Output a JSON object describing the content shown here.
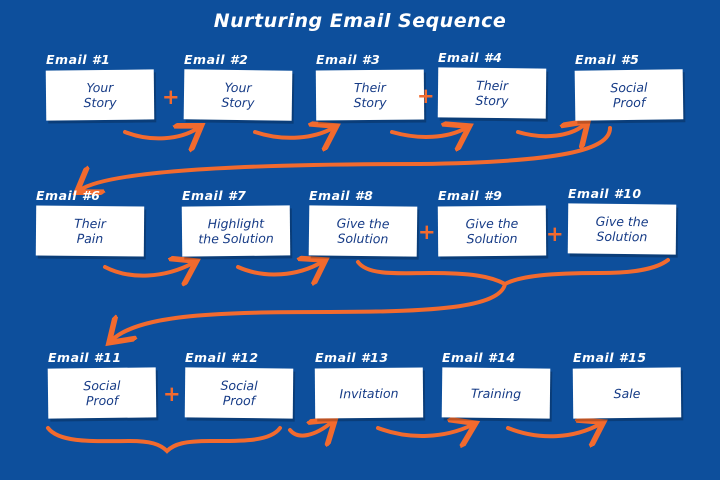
{
  "title": "Nurturing Email Sequence",
  "colors": {
    "background": "#0d4f9c",
    "card": "#ffffff",
    "card_text": "#163b86",
    "accent": "#f26a2e"
  },
  "emails": [
    {
      "label": "Email #1",
      "text": "Your\nStory"
    },
    {
      "label": "Email #2",
      "text": "Your\nStory"
    },
    {
      "label": "Email #3",
      "text": "Their\nStory"
    },
    {
      "label": "Email #4",
      "text": "Their\nStory"
    },
    {
      "label": "Email #5",
      "text": "Social\nProof"
    },
    {
      "label": "Email #6",
      "text": "Their\nPain"
    },
    {
      "label": "Email #7",
      "text": "Highlight\nthe Solution"
    },
    {
      "label": "Email #8",
      "text": "Give the\nSolution"
    },
    {
      "label": "Email #9",
      "text": "Give the\nSolution"
    },
    {
      "label": "Email #10",
      "text": "Give the\nSolution"
    },
    {
      "label": "Email #11",
      "text": "Social\nProof"
    },
    {
      "label": "Email #12",
      "text": "Social\nProof"
    },
    {
      "label": "Email #13",
      "text": "Invitation"
    },
    {
      "label": "Email #14",
      "text": "Training"
    },
    {
      "label": "Email #15",
      "text": "Sale"
    }
  ],
  "plus_symbol": "+"
}
